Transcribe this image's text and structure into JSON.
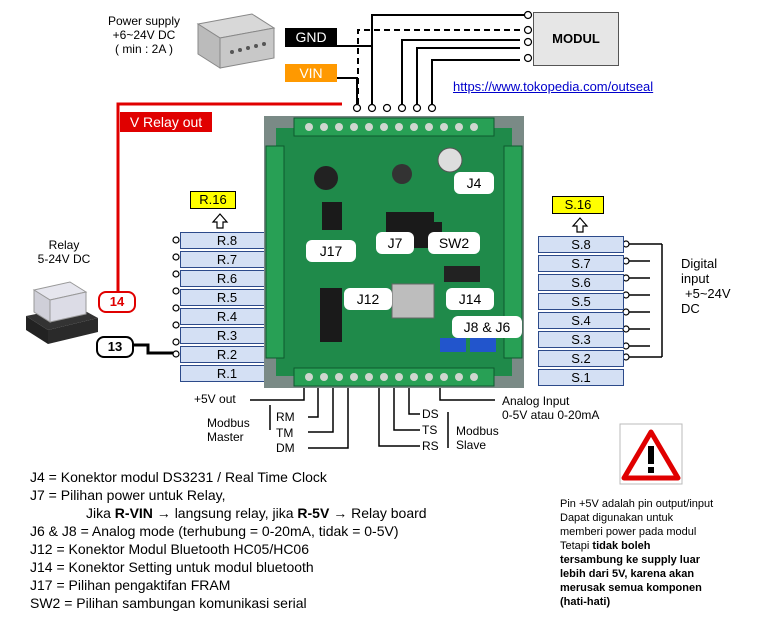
{
  "power": {
    "line1": "Power supply",
    "line2": "+6~24V DC",
    "line3": "( min : 2A )"
  },
  "gnd_label": "GND",
  "vin_label": "VIN",
  "modul_label": "MODUL",
  "url": "https://www.tokopedia.com/outseal",
  "vrelay_label": "V Relay out",
  "relay": {
    "line1": "Relay",
    "line2": "5-24V DC",
    "pin14": "14",
    "pin13": "13"
  },
  "r16": "R.16",
  "s16": "S.16",
  "relay_outputs": [
    "R.8",
    "R.7",
    "R.6",
    "R.5",
    "R.4",
    "R.3",
    "R.2",
    "R.1"
  ],
  "digital_inputs": [
    "S.8",
    "S.7",
    "S.6",
    "S.5",
    "S.4",
    "S.3",
    "S.2",
    "S.1"
  ],
  "digital_input_label": {
    "line1": "Digital",
    "line2": "input",
    "line3": "+5~24V",
    "line4": "DC"
  },
  "board_labels": {
    "j4": "J4",
    "j7": "J7",
    "j17": "J17",
    "sw2": "SW2",
    "j12": "J12",
    "j14": "J14",
    "j86": "J8 & J6"
  },
  "bottom": {
    "plus5v": "+5V out",
    "modbus_master": {
      "line1": "Modbus",
      "line2": "Master"
    },
    "rm": "RM",
    "tm": "TM",
    "dm": "DM",
    "ds": "DS",
    "ts": "TS",
    "rs": "RS",
    "modbus_slave": {
      "line1": "Modbus",
      "line2": "Slave"
    },
    "analog": {
      "line1": "Analog Input",
      "line2": "0-5V atau 0-20mA"
    }
  },
  "notes": {
    "j4": "J4 = Konektor modul DS3231 / Real Time Clock",
    "j7a": "J7 = Pilihan power untuk Relay,",
    "j7b_pre": "Jika ",
    "j7b_rvin": "R-VIN",
    "j7b_mid": " → langsung relay, jika ",
    "j7b_r5v": "R-5V",
    "j7b_post": " → Relay board",
    "j6": "J6 & J8 = Analog mode (terhubung = 0-20mA, tidak = 0-5V)",
    "j12": "J12 = Konektor Modul Bluetooth HC05/HC06",
    "j14": "J14 = Konektor Setting untuk modul bluetooth",
    "j17": "J17 = Pilihan pengaktifan FRAM",
    "sw2": "SW2 = Pilihan sambungan komunikasi serial"
  },
  "warning": {
    "l1": "Pin +5V adalah pin output/input",
    "l2": "Dapat digunakan untuk",
    "l3": "memberi power pada modul",
    "l4": "Tetapi ",
    "l4b": "tidak boleh",
    "l5": "tersambung ke supply luar",
    "l6": "lebih dari 5V, karena akan",
    "l7": "merusak semua komponen",
    "l8": "(hati-hati)"
  },
  "colors": {
    "red": "#e00000",
    "boxfill": "#d4e0f4",
    "yellow": "#ffff00",
    "orange": "#ff9900",
    "pcb": "#1f8a4a"
  }
}
